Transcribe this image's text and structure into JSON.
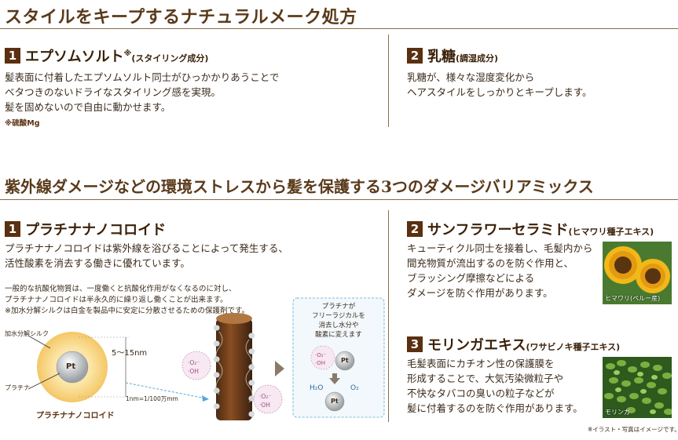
{
  "section1": {
    "heading": "スタイルをキープするナチュラルメーク処方",
    "item1": {
      "num": "1",
      "title": "エプソムソルト",
      "mark": "※",
      "sub": "(スタイリング成分)",
      "lines": [
        "髪表面に付着したエプソムソルト同士がひっかかりあうことで",
        "ベタつきのないドライなスタイリング感を実現。",
        "髪を固めないので自由に動かせます。"
      ],
      "note": "※硫酸Mg"
    },
    "item2": {
      "num": "2",
      "title": "乳糖",
      "sub": "(調湿成分)",
      "lines": [
        "乳糖が、様々な湿度変化から",
        "ヘアスタイルをしっかりとキープします。"
      ]
    }
  },
  "section2": {
    "heading": "紫外線ダメージなどの環境ストレスから髪を保護する3つのダメージバリアミックス",
    "item1": {
      "num": "1",
      "title": "プラチナナノコロイド",
      "lines": [
        "プラチナナノコロイドは紫外線を浴びることによって発生する、",
        "活性酸素を消去する働きに優れています。"
      ],
      "notes": [
        "一般的な抗酸化物質は、一度働くと抗酸化作用がなくなるのに対し、",
        "プラチナナノコロイドは半永久的に繰り返し働くことが出来ます。",
        "※加水分解シルクは白金を製品中に安定に分散させるための保護剤です。"
      ]
    },
    "item2": {
      "num": "2",
      "title": "サンフラワーセラミド",
      "sub": "(ヒマワリ種子エキス)",
      "lines": [
        "キューティクル同士を接着し、毛髪内から",
        "間充物質が流出するのを防ぐ作用と、",
        "ブラッシング摩擦などによる",
        "ダメージを防ぐ作用があります。"
      ],
      "photo_caption": "ヒマワリ(ペルー産)"
    },
    "item3": {
      "num": "3",
      "title": "モリンガエキス",
      "sub": "(ワサビノキ種子エキス)",
      "lines": [
        "毛髪表面にカチオン性の保護膜を",
        "形成することで、大気汚染微粒子や",
        "不快なタバコの臭いの粒子などが",
        "髪に付着するのを防ぐ作用があります。"
      ],
      "photo_caption": "モリンガ"
    }
  },
  "diagram": {
    "label_silk": "加水分解シルク",
    "label_platinum": "プラチナ",
    "pt": "Pt",
    "size": "5〜15nm",
    "unit": "1nm=1/100万mm",
    "caption": "プラチナナノコロイド",
    "radical1": "·O₂⁻",
    "radical2": "·OH",
    "box_lines": [
      "プラチナが",
      "フリーラジカルを",
      "消去し水分や",
      "酸素に変えます"
    ],
    "h2o": "H₂O",
    "o2": "O₂"
  },
  "footnote": "※イラスト・写真はイメージです。"
}
